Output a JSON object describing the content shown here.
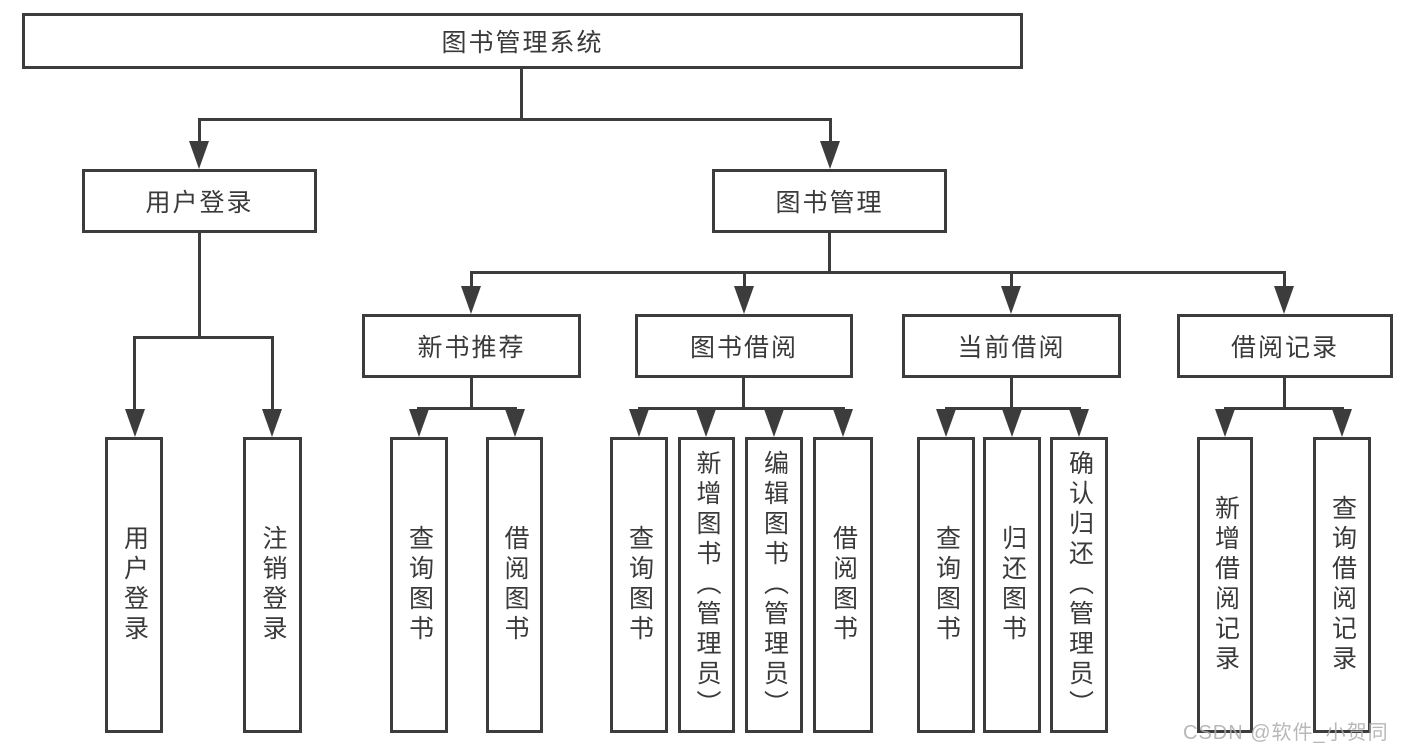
{
  "title": "图书管理系统",
  "nodes": {
    "level2": [
      {
        "label": "用户登录"
      },
      {
        "label": "图书管理"
      }
    ],
    "level3": [
      {
        "label": "新书推荐"
      },
      {
        "label": "图书借阅"
      },
      {
        "label": "当前借阅"
      },
      {
        "label": "借阅记录"
      }
    ],
    "leaves": [
      {
        "label": "用户登录"
      },
      {
        "label": "注销登录"
      },
      {
        "label": "查询图书"
      },
      {
        "label": "借阅图书"
      },
      {
        "label": "查询图书"
      },
      {
        "label": "新增图书（管理员）"
      },
      {
        "label": "编辑图书（管理员）"
      },
      {
        "label": "借阅图书"
      },
      {
        "label": "查询图书"
      },
      {
        "label": "归还图书"
      },
      {
        "label": "确认归还（管理员）"
      },
      {
        "label": "新增借阅记录"
      },
      {
        "label": "查询借阅记录"
      }
    ]
  },
  "watermark": "CSDN @软件_小贺同学",
  "colors": {
    "line": "#3c3c3c",
    "text": "#3a3a3a",
    "watermark": "#acacac",
    "background": "#ffffff"
  }
}
